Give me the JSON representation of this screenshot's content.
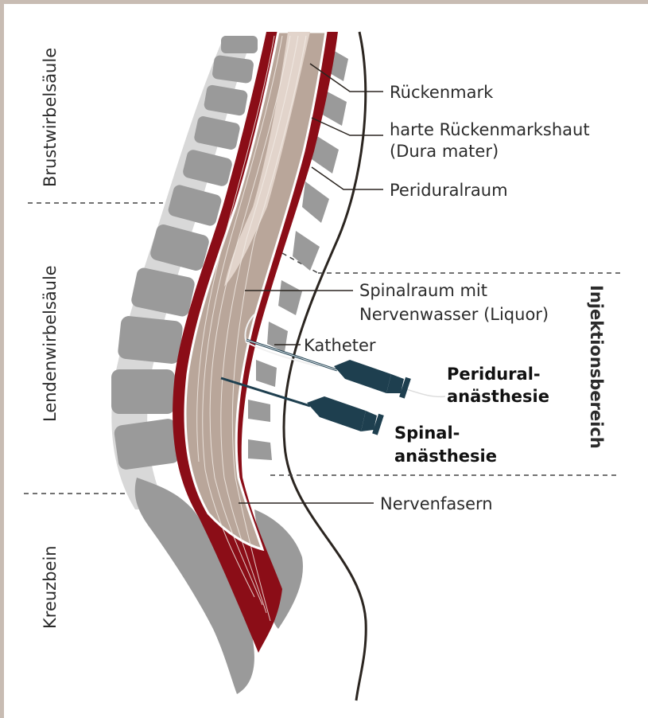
{
  "regions": {
    "thoracic": "Brustwirbelsäule",
    "lumbar": "Lendenwirbelsäule",
    "sacrum": "Kreuzbein",
    "injection": "Injektionsbereich"
  },
  "labels": {
    "spinal_cord": "Rückenmark",
    "dura_line1": "harte Rückenmarkshaut",
    "dura_line2": "(Dura mater)",
    "epidural_space": "Periduralraum",
    "subarachnoid_line1": "Spinalraum mit",
    "subarachnoid_line2": "Nervenwasser (Liquor)",
    "catheter": "Katheter",
    "nerve_fibers": "Nervenfasern",
    "epidural_anesthesia_line1": "Peridural-",
    "epidural_anesthesia_line2": "anästhesie",
    "spinal_anesthesia_line1": "Spinal-",
    "spinal_anesthesia_line2": "anästhesie"
  },
  "colors": {
    "bone": "#9a9a9a",
    "disc": "#d8d8d8",
    "dura": "#8b0d17",
    "canal": "#b9a69a",
    "cord": "#e2d4cb",
    "needle": "#1e3f4f",
    "frame": "#c8bcb3"
  }
}
